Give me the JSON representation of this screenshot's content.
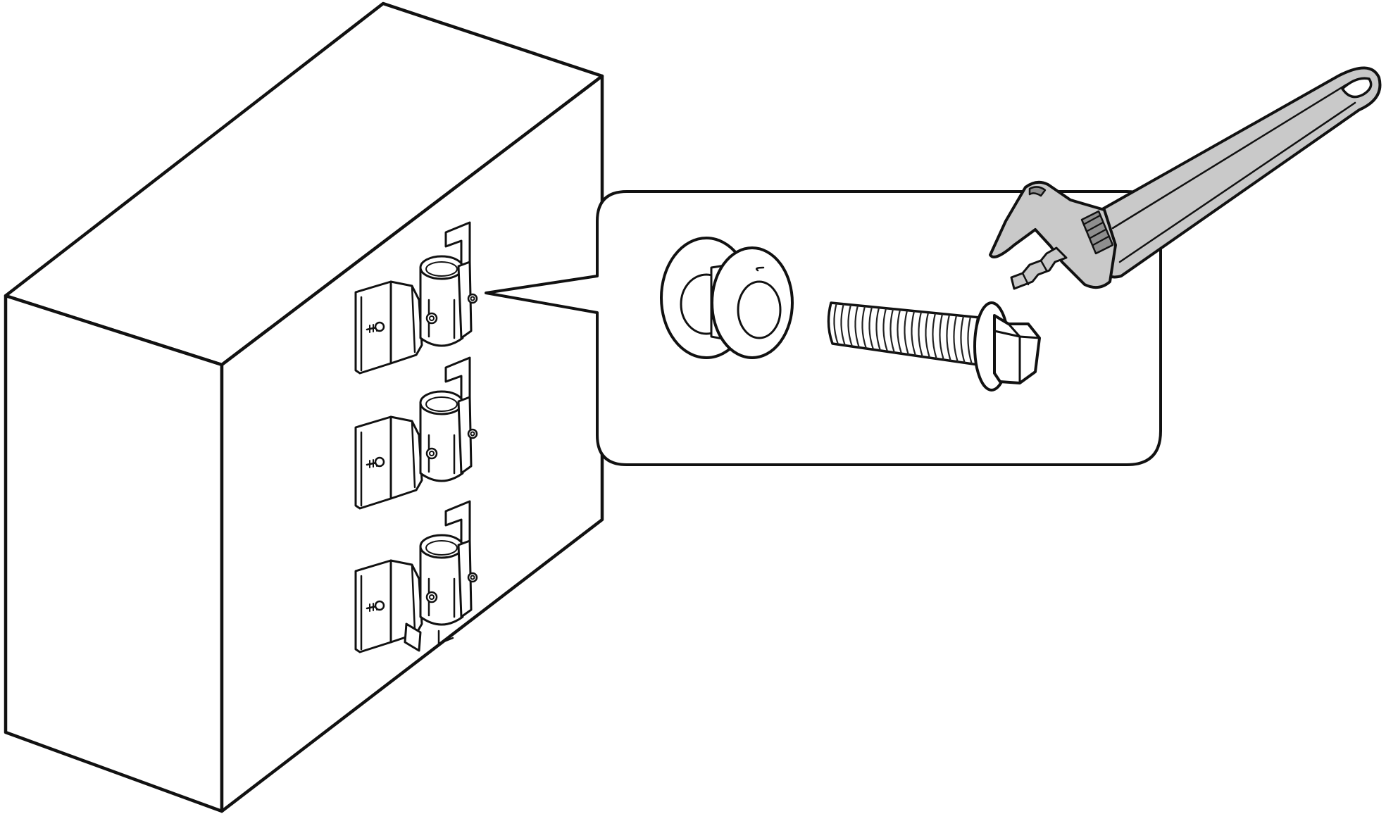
{
  "figure": {
    "kind": "installation-illustration",
    "colors": {
      "line": "#111111",
      "background": "#ffffff",
      "metal_light": "#c9c9c9",
      "metal_dark": "#8e8e8e"
    },
    "parts": {
      "enclosure": "cabinet-box",
      "brackets": [
        "mounting-bracket-top",
        "mounting-bracket-middle",
        "mounting-bracket-bottom"
      ],
      "detail_callout": [
        "flat-washer",
        "flange-hex-bolt"
      ],
      "tool": "adjustable-wrench-icon"
    }
  }
}
